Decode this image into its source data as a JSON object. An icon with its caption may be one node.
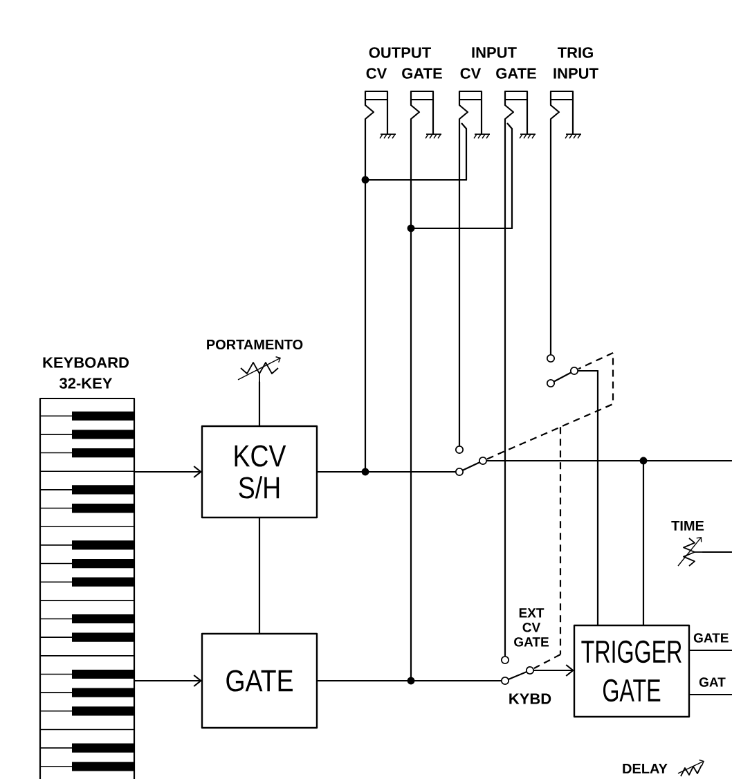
{
  "diagram": {
    "nodes": [
      {
        "text": [
          "KEYBOARD 32-KEY"
        ]
      },
      {
        "text": [
          "PORTAMENTO"
        ]
      },
      {
        "text": [
          "KCV S/H"
        ]
      },
      {
        "text": [
          "GATE"
        ]
      },
      {
        "text": [
          "CV"
        ]
      },
      {
        "text": [
          "GATE"
        ]
      },
      {
        "text": [
          "CV"
        ]
      },
      {
        "text": [
          "GATE"
        ]
      },
      {
        "text": [
          "TRIG INPUT"
        ]
      },
      {
        "text": [],
        "shape": "switch"
      },
      {
        "text": [],
        "shape": "switch"
      },
      {
        "text": [],
        "shape": "switch",
        "beside": [
          "EXT CV GATE",
          "KYBD"
        ]
      },
      {
        "text": [
          "TRIGGER GATE"
        ]
      },
      {
        "text": [
          "TIME"
        ]
      }
    ],
    "edges": [
      {
        "from": 0,
        "to": 2,
        "arrow": "to"
      },
      {
        "from": 0,
        "to": 3,
        "arrow": "to"
      },
      {
        "from": 1,
        "to": 2,
        "arrow": "none"
      },
      {
        "from": 2,
        "to": 3,
        "arrow": "none"
      },
      {
        "from": 2,
        "to": 4,
        "arrow": "none"
      },
      {
        "from": 2,
        "to": 6,
        "arrow": "none"
      },
      {
        "from": 2,
        "to": 9,
        "arrow": "none"
      },
      {
        "from": 6,
        "to": 9,
        "arrow": "none"
      },
      {
        "from": 9,
        "to": 12,
        "arrow": "none"
      },
      {
        "from": 9,
        "to": null,
        "arrow": "none"
      },
      {
        "from": 3,
        "to": 5,
        "arrow": "none"
      },
      {
        "from": 3,
        "to": 7,
        "arrow": "none"
      },
      {
        "from": 3,
        "to": 11,
        "arrow": "none"
      },
      {
        "from": 7,
        "to": 11,
        "arrow": "none"
      },
      {
        "from": 11,
        "to": 12,
        "arrow": "to"
      },
      {
        "from": 8,
        "to": 10,
        "arrow": "none"
      },
      {
        "from": 10,
        "to": 12,
        "arrow": "none"
      },
      {
        "from": 9,
        "to": 10,
        "arrow": "none",
        "style": "dashed"
      },
      {
        "from": 9,
        "to": 11,
        "arrow": "none",
        "style": "dashed"
      },
      {
        "from": 12,
        "to": null,
        "arrow": "none",
        "label": "GATE"
      },
      {
        "from": 12,
        "to": null,
        "arrow": "none",
        "label": "GAT"
      },
      {
        "from": 13,
        "to": null,
        "arrow": "none"
      }
    ],
    "labels": [
      "OUTPUT",
      "INPUT",
      "DELAY"
    ]
  }
}
